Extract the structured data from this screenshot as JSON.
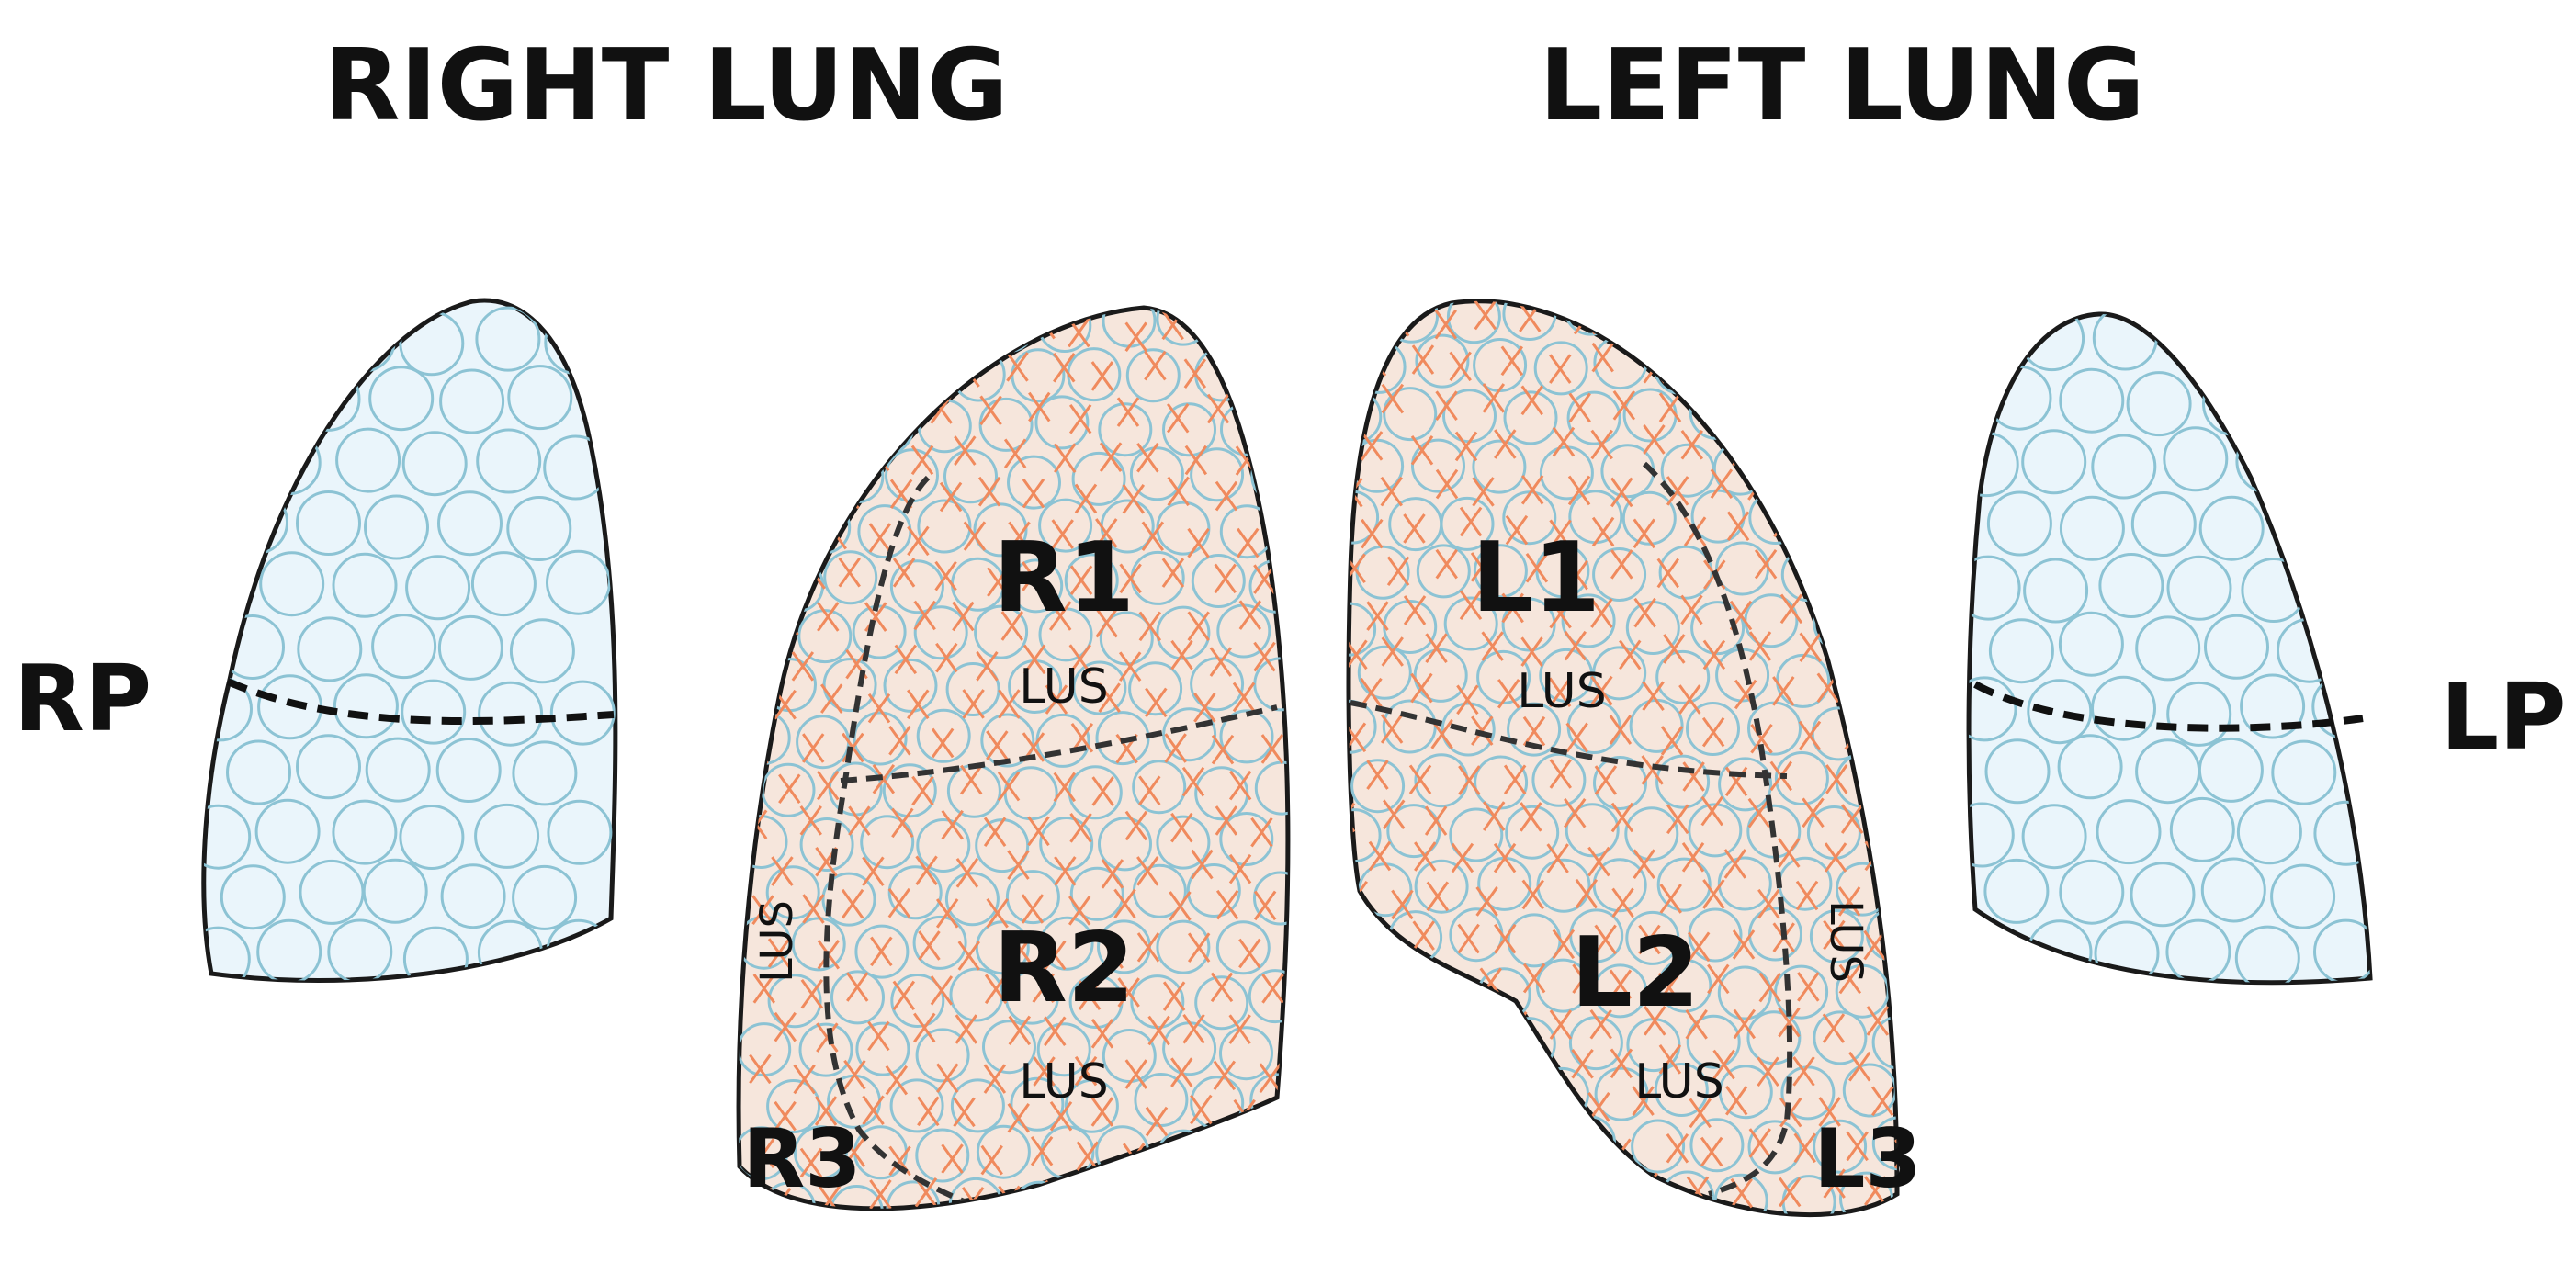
{
  "headings": {
    "right": "RIGHT LUNG",
    "left": "LEFT LUNG"
  },
  "posterior": {
    "right": "RP",
    "left": "LP"
  },
  "zones": {
    "r1": "R1",
    "r2": "R2",
    "r3": "R3",
    "l1": "L1",
    "l2": "L2",
    "l3": "L3"
  },
  "lus": {
    "r1": "LUS",
    "r2": "LUS",
    "r3": "LUS",
    "l1": "LUS",
    "l2": "LUS",
    "l3": "LUS"
  },
  "colors": {
    "posterior_fill": "#eaf5fb",
    "anterior_fill": "#f6e6dc",
    "circle_stroke": "#8cc3d4",
    "cross_stroke": "#f08a5d"
  },
  "icons": {
    "alveolus": "circle",
    "b-line-mark": "x-mark"
  }
}
